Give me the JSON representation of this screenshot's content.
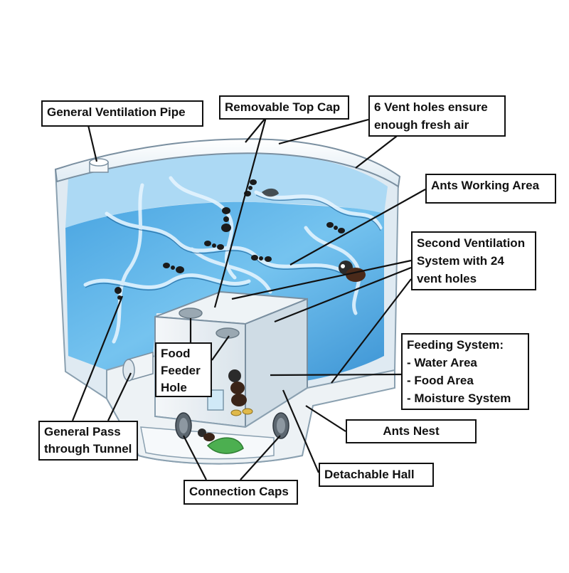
{
  "labels": {
    "vent_pipe": "General Ventilation Pipe",
    "top_cap": "Removable Top Cap",
    "vent_holes": [
      "6 Vent holes ensure",
      "enough fresh air"
    ],
    "working_area": "Ants Working Area",
    "second_vent": [
      "Second Ventilation",
      "System with 24",
      "vent holes"
    ],
    "feeding": [
      "Feeding System:",
      "- Water Area",
      "- Food Area",
      "- Moisture System"
    ],
    "nest": "Ants Nest",
    "hall": "Detachable Hall",
    "caps": "Connection Caps",
    "tunnel": [
      "General Pass",
      "through Tunnel"
    ],
    "feeder": [
      "Food",
      "Feeder",
      "Hole"
    ]
  },
  "colors": {
    "gel_blue": "#4aa8e4",
    "gel_light": "#a9dbf6",
    "plastic": "#eaf0f4",
    "outline": "#111111"
  }
}
